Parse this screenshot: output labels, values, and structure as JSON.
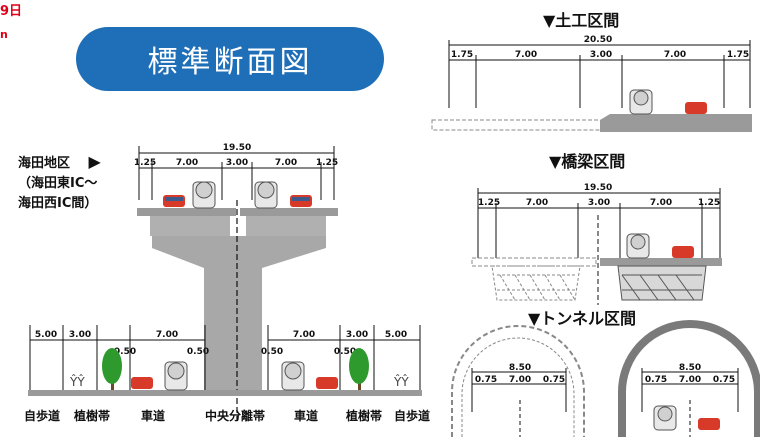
{
  "corner": {
    "date_fragment": "9日",
    "line2": "n"
  },
  "title": "標準断面図",
  "location": {
    "line1": "海田地区",
    "arrow": "▶",
    "line2": "（海田東IC〜",
    "line3": "海田西IC間）"
  },
  "main_section": {
    "total": "19.50",
    "parts": [
      "1.25",
      "7.00",
      "3.00",
      "7.00",
      "1.25"
    ],
    "ground_left": [
      "5.00",
      "3.00",
      "7.00"
    ],
    "ground_right": [
      "7.00",
      "3.00",
      "5.00"
    ],
    "small": [
      "0.50",
      "0.50",
      "0.50",
      "0.50"
    ],
    "labels": [
      "自歩道",
      "植樹帯",
      "車道",
      "中央分離帯",
      "車道",
      "植樹帯",
      "自歩道"
    ]
  },
  "earthwork": {
    "heading": "▼土工区間",
    "total": "20.50",
    "parts": [
      "1.75",
      "7.00",
      "3.00",
      "7.00",
      "1.75"
    ]
  },
  "bridge": {
    "heading": "▼橋梁区間",
    "total": "19.50",
    "parts": [
      "1.25",
      "7.00",
      "3.00",
      "7.00",
      "1.25"
    ]
  },
  "tunnel": {
    "heading": "▼トンネル区間",
    "total": "8.50",
    "parts": [
      "0.75",
      "7.00",
      "0.75"
    ]
  },
  "colors": {
    "pill": "#1f6fb8",
    "accent_red": "#e0001a",
    "structure": "#a8a8a8",
    "car_red": "#d83a2a",
    "tree": "#2e9a2e"
  }
}
